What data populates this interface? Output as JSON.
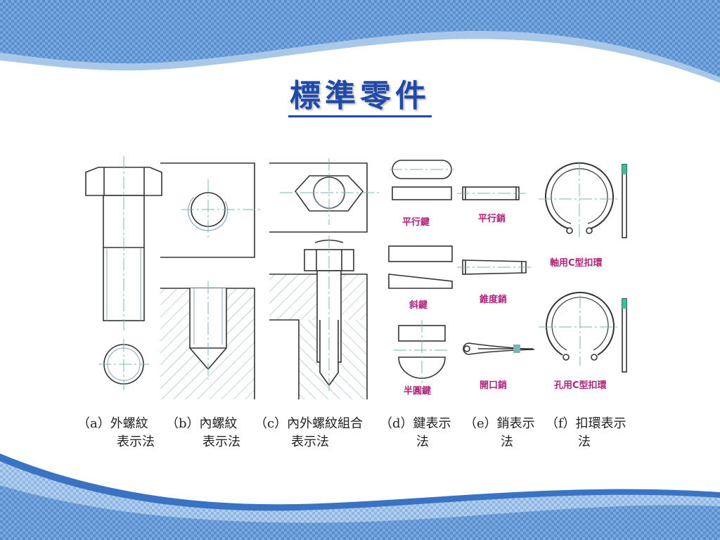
{
  "slide": {
    "title": "標準零件"
  },
  "part_labels": {
    "parallel_key": "平行鍵",
    "parallel_pin": "平行銷",
    "shaft_ring": "軸用C型扣環",
    "taper_key": "斜鍵",
    "taper_pin": "錐度銷",
    "woodruff_key": "半圓鍵",
    "cotter_pin": "開口銷",
    "hole_ring": "孔用C型扣環"
  },
  "captions": [
    {
      "id": "a",
      "line1": "（a）外螺紋",
      "line2": "表示法"
    },
    {
      "id": "b",
      "line1": "（b）內螺紋",
      "line2": "表示法"
    },
    {
      "id": "c",
      "line1": "（c）內外螺紋組合",
      "line2": "表示法"
    },
    {
      "id": "d",
      "line1": "（d）鍵表示",
      "line2": "法"
    },
    {
      "id": "e",
      "line1": "（e）銷表示",
      "line2": "法"
    },
    {
      "id": "f",
      "line1": "（f）扣環表示",
      "line2": "法"
    }
  ],
  "colors": {
    "title": "#1f4aa8",
    "wave_blue": "#3a72c4",
    "wave_light": "#a9c7e8",
    "centerline": "#7fb3b3",
    "label_magenta": "#b0237a",
    "ring_tip": "#3cbf9e"
  }
}
